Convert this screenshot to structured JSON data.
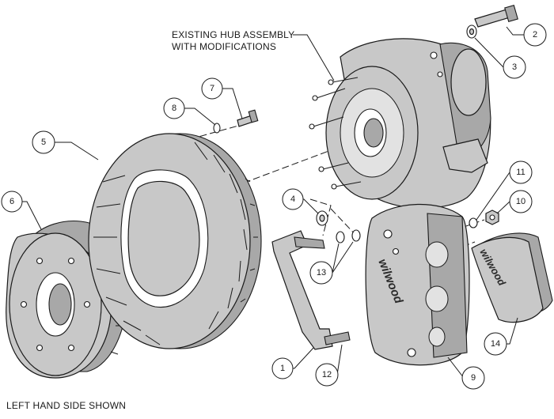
{
  "annotations": {
    "hub_line1": "EXISTING HUB ASSEMBLY",
    "hub_line2": "WITH MODIFICATIONS",
    "footer": "LEFT HAND SIDE SHOWN"
  },
  "callouts": [
    {
      "id": "1",
      "label": "1",
      "part": "caliper-bracket"
    },
    {
      "id": "2",
      "label": "2",
      "part": "hub-bolt"
    },
    {
      "id": "3",
      "label": "3",
      "part": "hub-washer"
    },
    {
      "id": "4",
      "label": "4",
      "part": "spacer-washer"
    },
    {
      "id": "5",
      "label": "5",
      "part": "brake-rotor"
    },
    {
      "id": "6",
      "label": "6",
      "part": "rotor-hat"
    },
    {
      "id": "7",
      "label": "7",
      "part": "rotor-bolt"
    },
    {
      "id": "8",
      "label": "8",
      "part": "rotor-washer"
    },
    {
      "id": "9",
      "label": "9",
      "part": "caliper"
    },
    {
      "id": "10",
      "label": "10",
      "part": "caliper-nut"
    },
    {
      "id": "11",
      "label": "11",
      "part": "caliper-washer"
    },
    {
      "id": "12",
      "label": "12",
      "part": "bracket-stud"
    },
    {
      "id": "13",
      "label": "13",
      "part": "shim-washers"
    },
    {
      "id": "14",
      "label": "14",
      "part": "brake-pads"
    }
  ],
  "brand": {
    "caliper_logo": "wilwood",
    "pad_logo": "wilwood"
  },
  "colors": {
    "part_fill": "#c8c8c8",
    "part_dark": "#9a9a9a",
    "line": "#1a1a1a",
    "background": "#ffffff"
  }
}
